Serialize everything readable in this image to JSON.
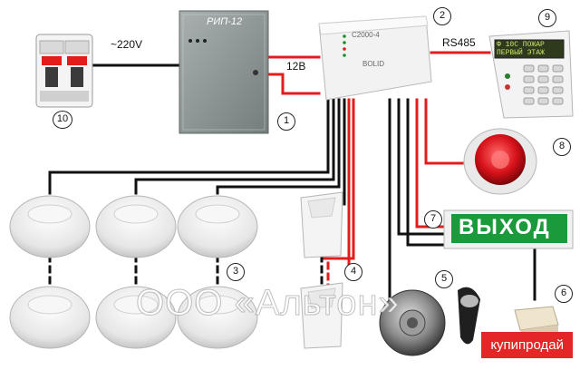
{
  "labels": {
    "voltage_ac": "~220V",
    "voltage_dc": "12В",
    "bus": "RS485",
    "psu_name": "РИП-12",
    "controller_name": "С2000-4",
    "controller_brand": "BOLID",
    "exit_sign": "ВЫХОД",
    "keypad_screen_line1": "Ф 10С ПОЖАР",
    "keypad_screen_line2": "ПЕРВЫЙ ЭТАЖ"
  },
  "markers": [
    "1",
    "2",
    "3",
    "4",
    "5",
    "6",
    "7",
    "8",
    "9",
    "10"
  ],
  "watermark": "ООО «Альтон»",
  "badge": "купипродай",
  "colors": {
    "wire_red": "#e31c1c",
    "wire_black": "#111111",
    "badge_bg": "#e32626",
    "exit_green": "#1a9a3a",
    "siren_red": "#d8121b",
    "psu_gray": "#8f9797"
  }
}
